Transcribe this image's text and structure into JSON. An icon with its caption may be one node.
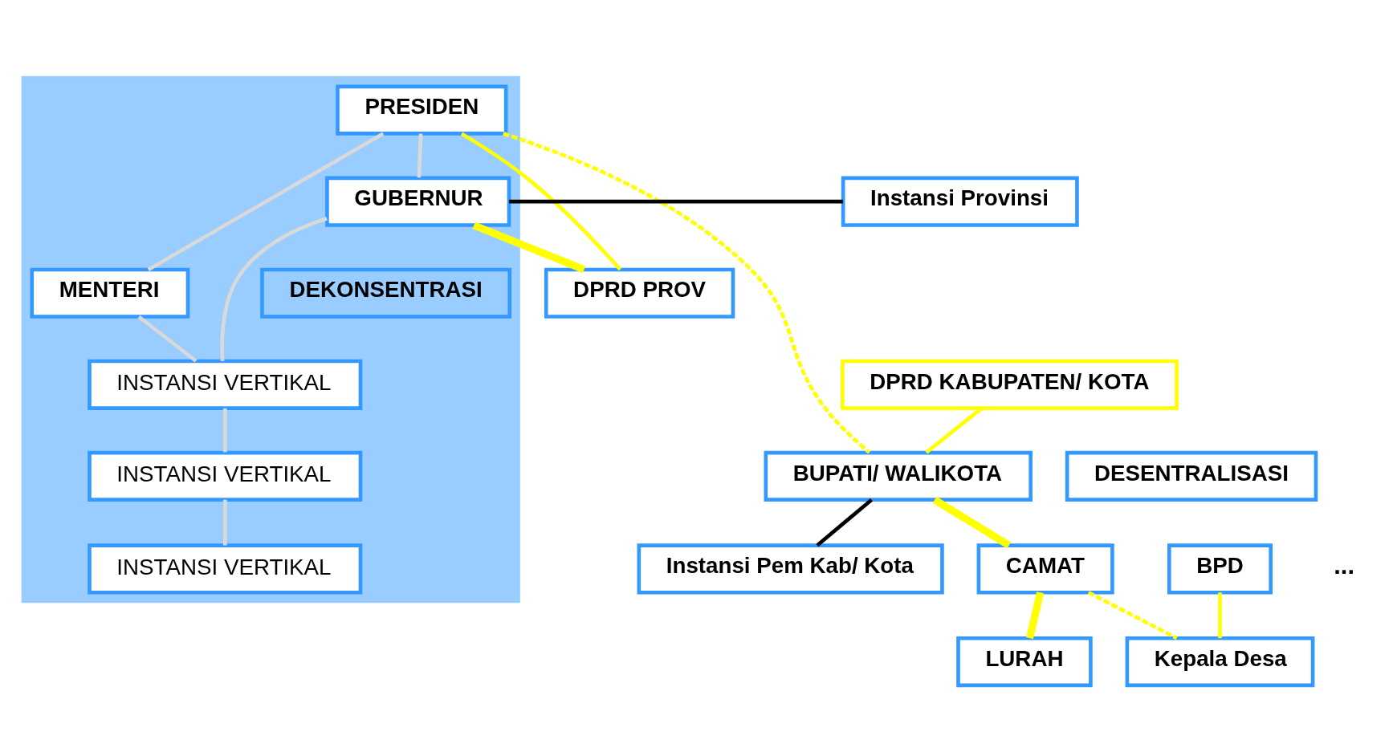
{
  "diagram": {
    "nodes": [
      {
        "text": [],
        "shape": "box"
      },
      {
        "text": [
          "DEKONSENTRASI"
        ],
        "in": 0
      },
      {
        "text": [
          "PRESIDEN"
        ],
        "in": 0
      },
      {
        "text": [
          "MENTERI"
        ],
        "in": 0
      },
      {
        "text": [
          "GUBERNUR"
        ],
        "in": 0
      },
      {
        "text": [
          "INSTANSI VERTIKAL"
        ],
        "in": 0
      },
      {
        "text": [
          "INSTANSI VERTIKAL"
        ],
        "in": 0
      },
      {
        "text": [
          "INSTANSI VERTIKAL"
        ],
        "in": 0
      },
      {
        "text": [
          "DPRD PROV"
        ]
      },
      {
        "text": [
          "Instansi Provinsi"
        ]
      },
      {
        "text": [
          "DPRD KABUPATEN/ KOTA"
        ]
      },
      {
        "text": [
          "BUPATI/ WALIKOTA"
        ]
      },
      {
        "text": [
          "Instansi Pem Kab/ Kota"
        ]
      },
      {
        "text": [
          "CAMAT"
        ]
      },
      {
        "text": [
          "BPD"
        ]
      },
      {
        "text": [
          "LURAH"
        ]
      },
      {
        "text": [
          "Kepala Desa"
        ]
      },
      {
        "text": [
          "DESENTRALISASI"
        ]
      }
    ],
    "edges": [
      {
        "from": 2,
        "to": 3,
        "arrow": "none",
        "color": "#d9d9d9"
      },
      {
        "from": 2,
        "to": 4,
        "arrow": "none",
        "color": "#d9d9d9"
      },
      {
        "from": 3,
        "to": 5,
        "arrow": "none",
        "color": "#d9d9d9"
      },
      {
        "from": 4,
        "to": 5,
        "arrow": "none",
        "color": "#d9d9d9"
      },
      {
        "from": 5,
        "to": 6,
        "arrow": "none",
        "color": "#d9d9d9"
      },
      {
        "from": 6,
        "to": 7,
        "arrow": "none",
        "color": "#d9d9d9"
      },
      {
        "from": 2,
        "to": 11,
        "arrow": "none",
        "style": "dashed",
        "color": "#ffff00"
      },
      {
        "from": 2,
        "to": 8,
        "arrow": "none",
        "color": "#ffff00"
      },
      {
        "from": 4,
        "to": 8,
        "arrow": "none",
        "style": "thick",
        "color": "#ffff00"
      },
      {
        "from": 4,
        "to": 9,
        "arrow": "none",
        "color": "#000000"
      },
      {
        "from": 10,
        "to": 11,
        "arrow": "none",
        "color": "#ffff00"
      },
      {
        "from": 11,
        "to": 12,
        "arrow": "none",
        "color": "#000000"
      },
      {
        "from": 11,
        "to": 13,
        "arrow": "none",
        "style": "thick",
        "color": "#ffff00"
      },
      {
        "from": 13,
        "to": 15,
        "arrow": "none",
        "style": "thick",
        "color": "#ffff00"
      },
      {
        "from": 13,
        "to": 16,
        "arrow": "none",
        "style": "dashed",
        "color": "#ffff00"
      },
      {
        "from": 14,
        "to": 16,
        "arrow": "none",
        "color": "#ffff00"
      }
    ],
    "labels": [
      "..."
    ]
  }
}
